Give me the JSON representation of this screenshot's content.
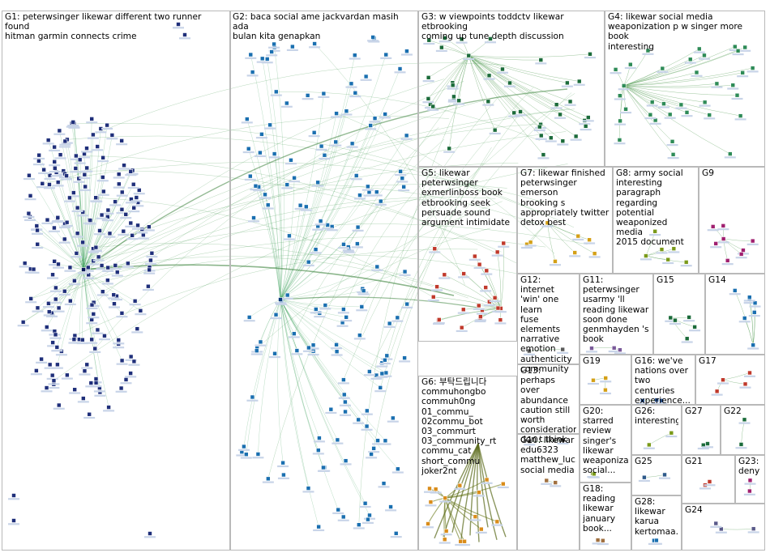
{
  "title": "",
  "groups": [
    {
      "id": "G1",
      "title": "G1: peterwsinger likewar different two runner found\nhitman garmin connects crime",
      "color": "#1f2f7a"
    },
    {
      "id": "G2",
      "title": "G2: baca social ame jackvardan masih ada\nbulan kita genapkan",
      "color": "#1a6fb0"
    },
    {
      "id": "G3",
      "title": "G3: w viewpoints toddctv likewar etbrooking\ncoming up tune depth discussion",
      "color": "#1b6b3a"
    },
    {
      "id": "G4",
      "title": "G4: likewar social media\nweaponization p w singer more book\ninteresting",
      "color": "#2e8b57"
    },
    {
      "id": "G5",
      "title": "G5: likewar\npeterwsinger\nexmerlinboss book\netbrooking seek\npersuade sound\nargument intimidate",
      "color": "#c0392b"
    },
    {
      "id": "G6",
      "title": "G6: 부탁드립니다\ncommuhongbo\ncommuh0ng\n01_commu_\n02commu_bot\n03_commurt\n03_community_rt\ncommu_cat\nshort_commu joker2nt",
      "color": "#d98c1a"
    },
    {
      "id": "G7",
      "title": "G7: likewar finished\npeterwsinger emerson\nbrooking s\nappropriately twitter\ndetox best",
      "color": "#d4a017"
    },
    {
      "id": "G8",
      "title": "G8: army social\ninteresting\nparagraph\nregarding potential\nweaponized media\n2015 document",
      "color": "#7a9a1a"
    },
    {
      "id": "G9",
      "title": "G9",
      "color": "#a02070"
    },
    {
      "id": "G10",
      "title": "G10: likewar\nedu6323\nmatthew_luc...\nsocial media",
      "color": "#a07040"
    },
    {
      "id": "G11",
      "title": "G11:\npeterwsinger\nusarmy 'll\nreading likewar\nsoon done\ngenmhayden 's\nbook",
      "color": "#7a5a9a"
    },
    {
      "id": "G12",
      "title": "G12: internet\n'win' one learn\nfuse elements\nnarrative\nemotion\nauthenticity\ncommunity",
      "color": "#5a5a5a"
    },
    {
      "id": "G13",
      "title": "G13: perhaps\nover\nabundance\ncaution still\nworth\nconsideration\ndon t think",
      "color": "#5a5a5a"
    },
    {
      "id": "G14",
      "title": "G14",
      "color": "#1a6fb0"
    },
    {
      "id": "G15",
      "title": "G15",
      "color": "#1b6b3a"
    },
    {
      "id": "G16",
      "title": "G16: we've\nnations over\ntwo centuries\nexperience...",
      "color": "#2a5aa0"
    },
    {
      "id": "G17",
      "title": "G17",
      "color": "#c0392b"
    },
    {
      "id": "G18",
      "title": "G18:\nreading\nlikewar\njanuary\nbook...",
      "color": "#a07040"
    },
    {
      "id": "G19",
      "title": "G19",
      "color": "#d4a017"
    },
    {
      "id": "G20",
      "title": "G20: starred\nreview\nsinger's\nlikewar\nweaponiza...\nsocial...",
      "color": "#7a9a1a"
    },
    {
      "id": "G21",
      "title": "G21",
      "color": "#c0392b"
    },
    {
      "id": "G22",
      "title": "G22",
      "color": "#1b6b3a"
    },
    {
      "id": "G23",
      "title": "G23:\ndeny",
      "color": "#a02070"
    },
    {
      "id": "G24",
      "title": "G24",
      "color": "#5a5a8a"
    },
    {
      "id": "G25",
      "title": "G25",
      "color": "#2e5a8a"
    },
    {
      "id": "G26",
      "title": "G26:\ninteresting",
      "color": "#7a9a1a"
    },
    {
      "id": "G27",
      "title": "G27",
      "color": "#1b6b3a"
    },
    {
      "id": "G28",
      "title": "G28:\nlikewar\nkarua\nkertomaa...",
      "color": "#1a6fb0"
    }
  ]
}
